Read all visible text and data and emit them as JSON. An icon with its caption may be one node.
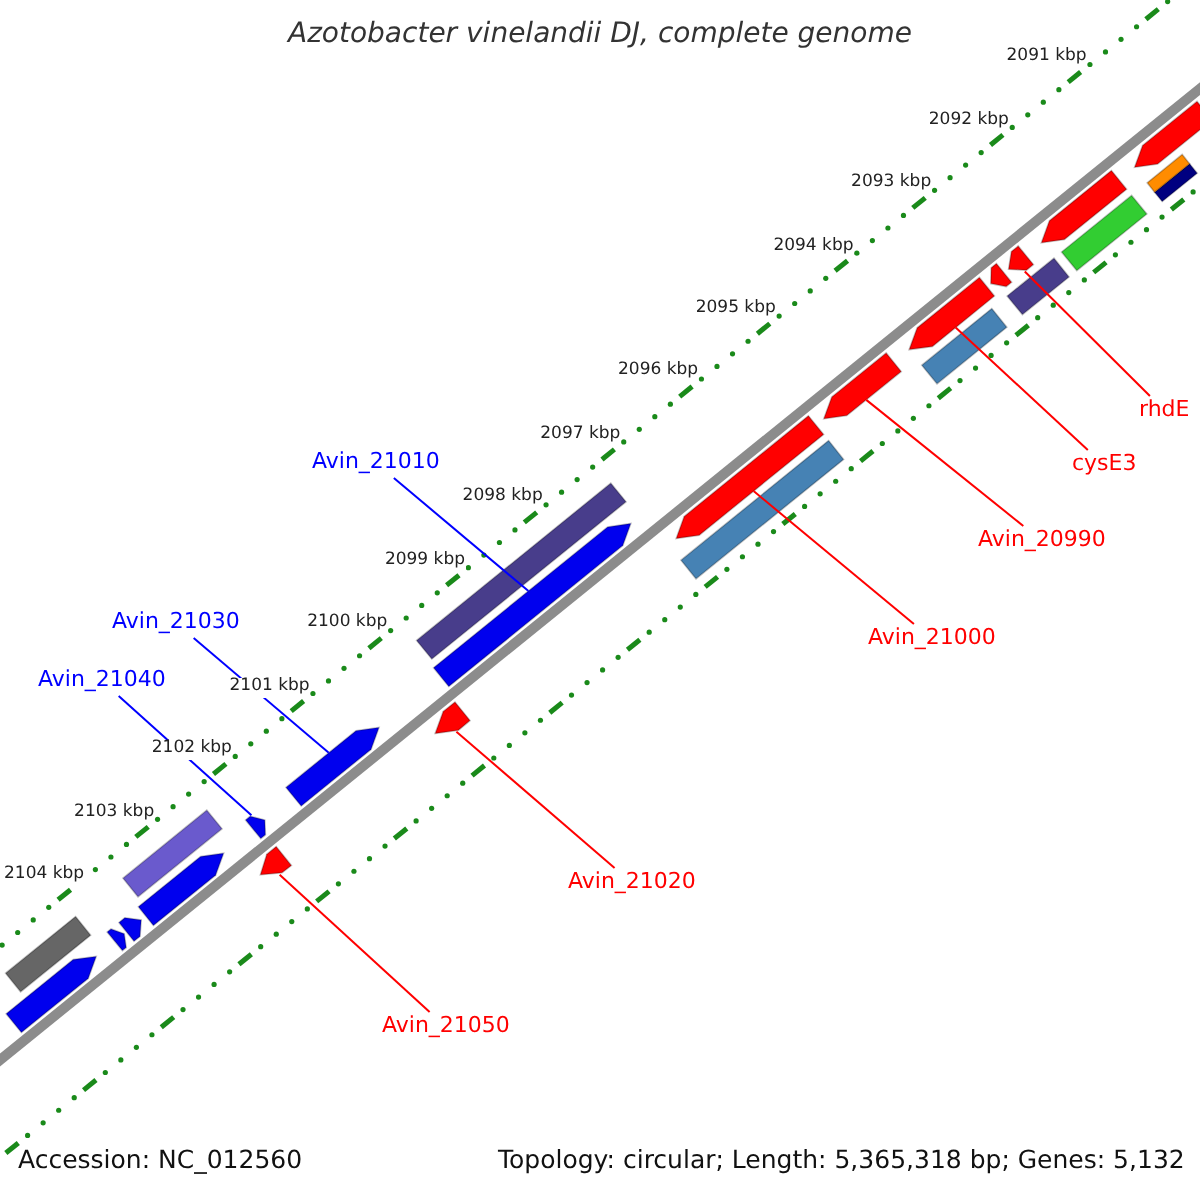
{
  "diagram": {
    "title": "Azotobacter vinelandii DJ, complete genome",
    "nodes": [
      {
        "text": [
          "Avin_21010"
        ]
      },
      {
        "text": [
          "Avin_21030"
        ]
      },
      {
        "text": [
          "Avin_21040"
        ]
      },
      {
        "text": [
          "rhdE"
        ]
      },
      {
        "text": [
          "cysE3"
        ]
      },
      {
        "text": [
          "Avin_20990"
        ]
      },
      {
        "text": [
          "Avin_21000"
        ]
      },
      {
        "text": [
          "Avin_21020"
        ]
      },
      {
        "text": [
          "Avin_21050"
        ]
      },
      {
        "text": [],
        "shape": "arrow"
      },
      {
        "text": [],
        "shape": "arrow"
      },
      {
        "text": [],
        "shape": "arrow"
      },
      {
        "text": [],
        "shape": "arrow"
      },
      {
        "text": [],
        "shape": "arrow"
      },
      {
        "text": [],
        "shape": "arrow"
      },
      {
        "text": [],
        "shape": "arrow"
      },
      {
        "text": [],
        "shape": "arrow"
      },
      {
        "text": [],
        "shape": "arrow"
      },
      {
        "text": [],
        "shape": "bar"
      },
      {
        "text": [],
        "shape": "bar"
      },
      {
        "text": [],
        "shape": "bar"
      },
      {
        "text": [],
        "shape": "arrow"
      },
      {
        "text": [],
        "shape": "arrow"
      },
      {
        "text": [],
        "shape": "arrow"
      },
      {
        "text": [],
        "shape": "arrow"
      },
      {
        "text": [],
        "shape": "arrow"
      },
      {
        "text": [],
        "shape": "arrow"
      },
      {
        "text": [],
        "shape": "arrow"
      },
      {
        "text": [],
        "shape": "bar"
      },
      {
        "text": [],
        "shape": "bar"
      },
      {
        "text": [],
        "shape": "bar"
      },
      {
        "text": [],
        "shape": "bar"
      },
      {
        "text": [],
        "shape": "bar"
      },
      {
        "text": [],
        "shape": "bar"
      }
    ],
    "edges": [
      {
        "from": 0,
        "to": 9,
        "arrow": "none",
        "color": "#0000ff"
      },
      {
        "from": 1,
        "to": 10,
        "arrow": "none",
        "color": "#0000ff"
      },
      {
        "from": 2,
        "to": 11,
        "arrow": "none",
        "color": "#0000ff"
      },
      {
        "from": 3,
        "to": 12,
        "arrow": "none"
      },
      {
        "from": 4,
        "to": 13,
        "arrow": "none"
      },
      {
        "from": 5,
        "to": 14,
        "arrow": "none"
      },
      {
        "from": 6,
        "to": 15,
        "arrow": "none"
      },
      {
        "from": 7,
        "to": 16,
        "arrow": "none"
      },
      {
        "from": 8,
        "to": 17,
        "arrow": "none"
      }
    ],
    "labels": [
      "2091 kbp",
      "2092 kbp",
      "2093 kbp",
      "2094 kbp",
      "2095 kbp",
      "2096 kbp",
      "2097 kbp",
      "2098 kbp",
      "2099 kbp",
      "2100 kbp",
      "2101 kbp",
      "2102 kbp",
      "2103 kbp",
      "2104 kbp",
      "Accession: NC_012560",
      "Topology: circular; Length: 5,365,318 bp; Genes: 5,132"
    ]
  }
}
